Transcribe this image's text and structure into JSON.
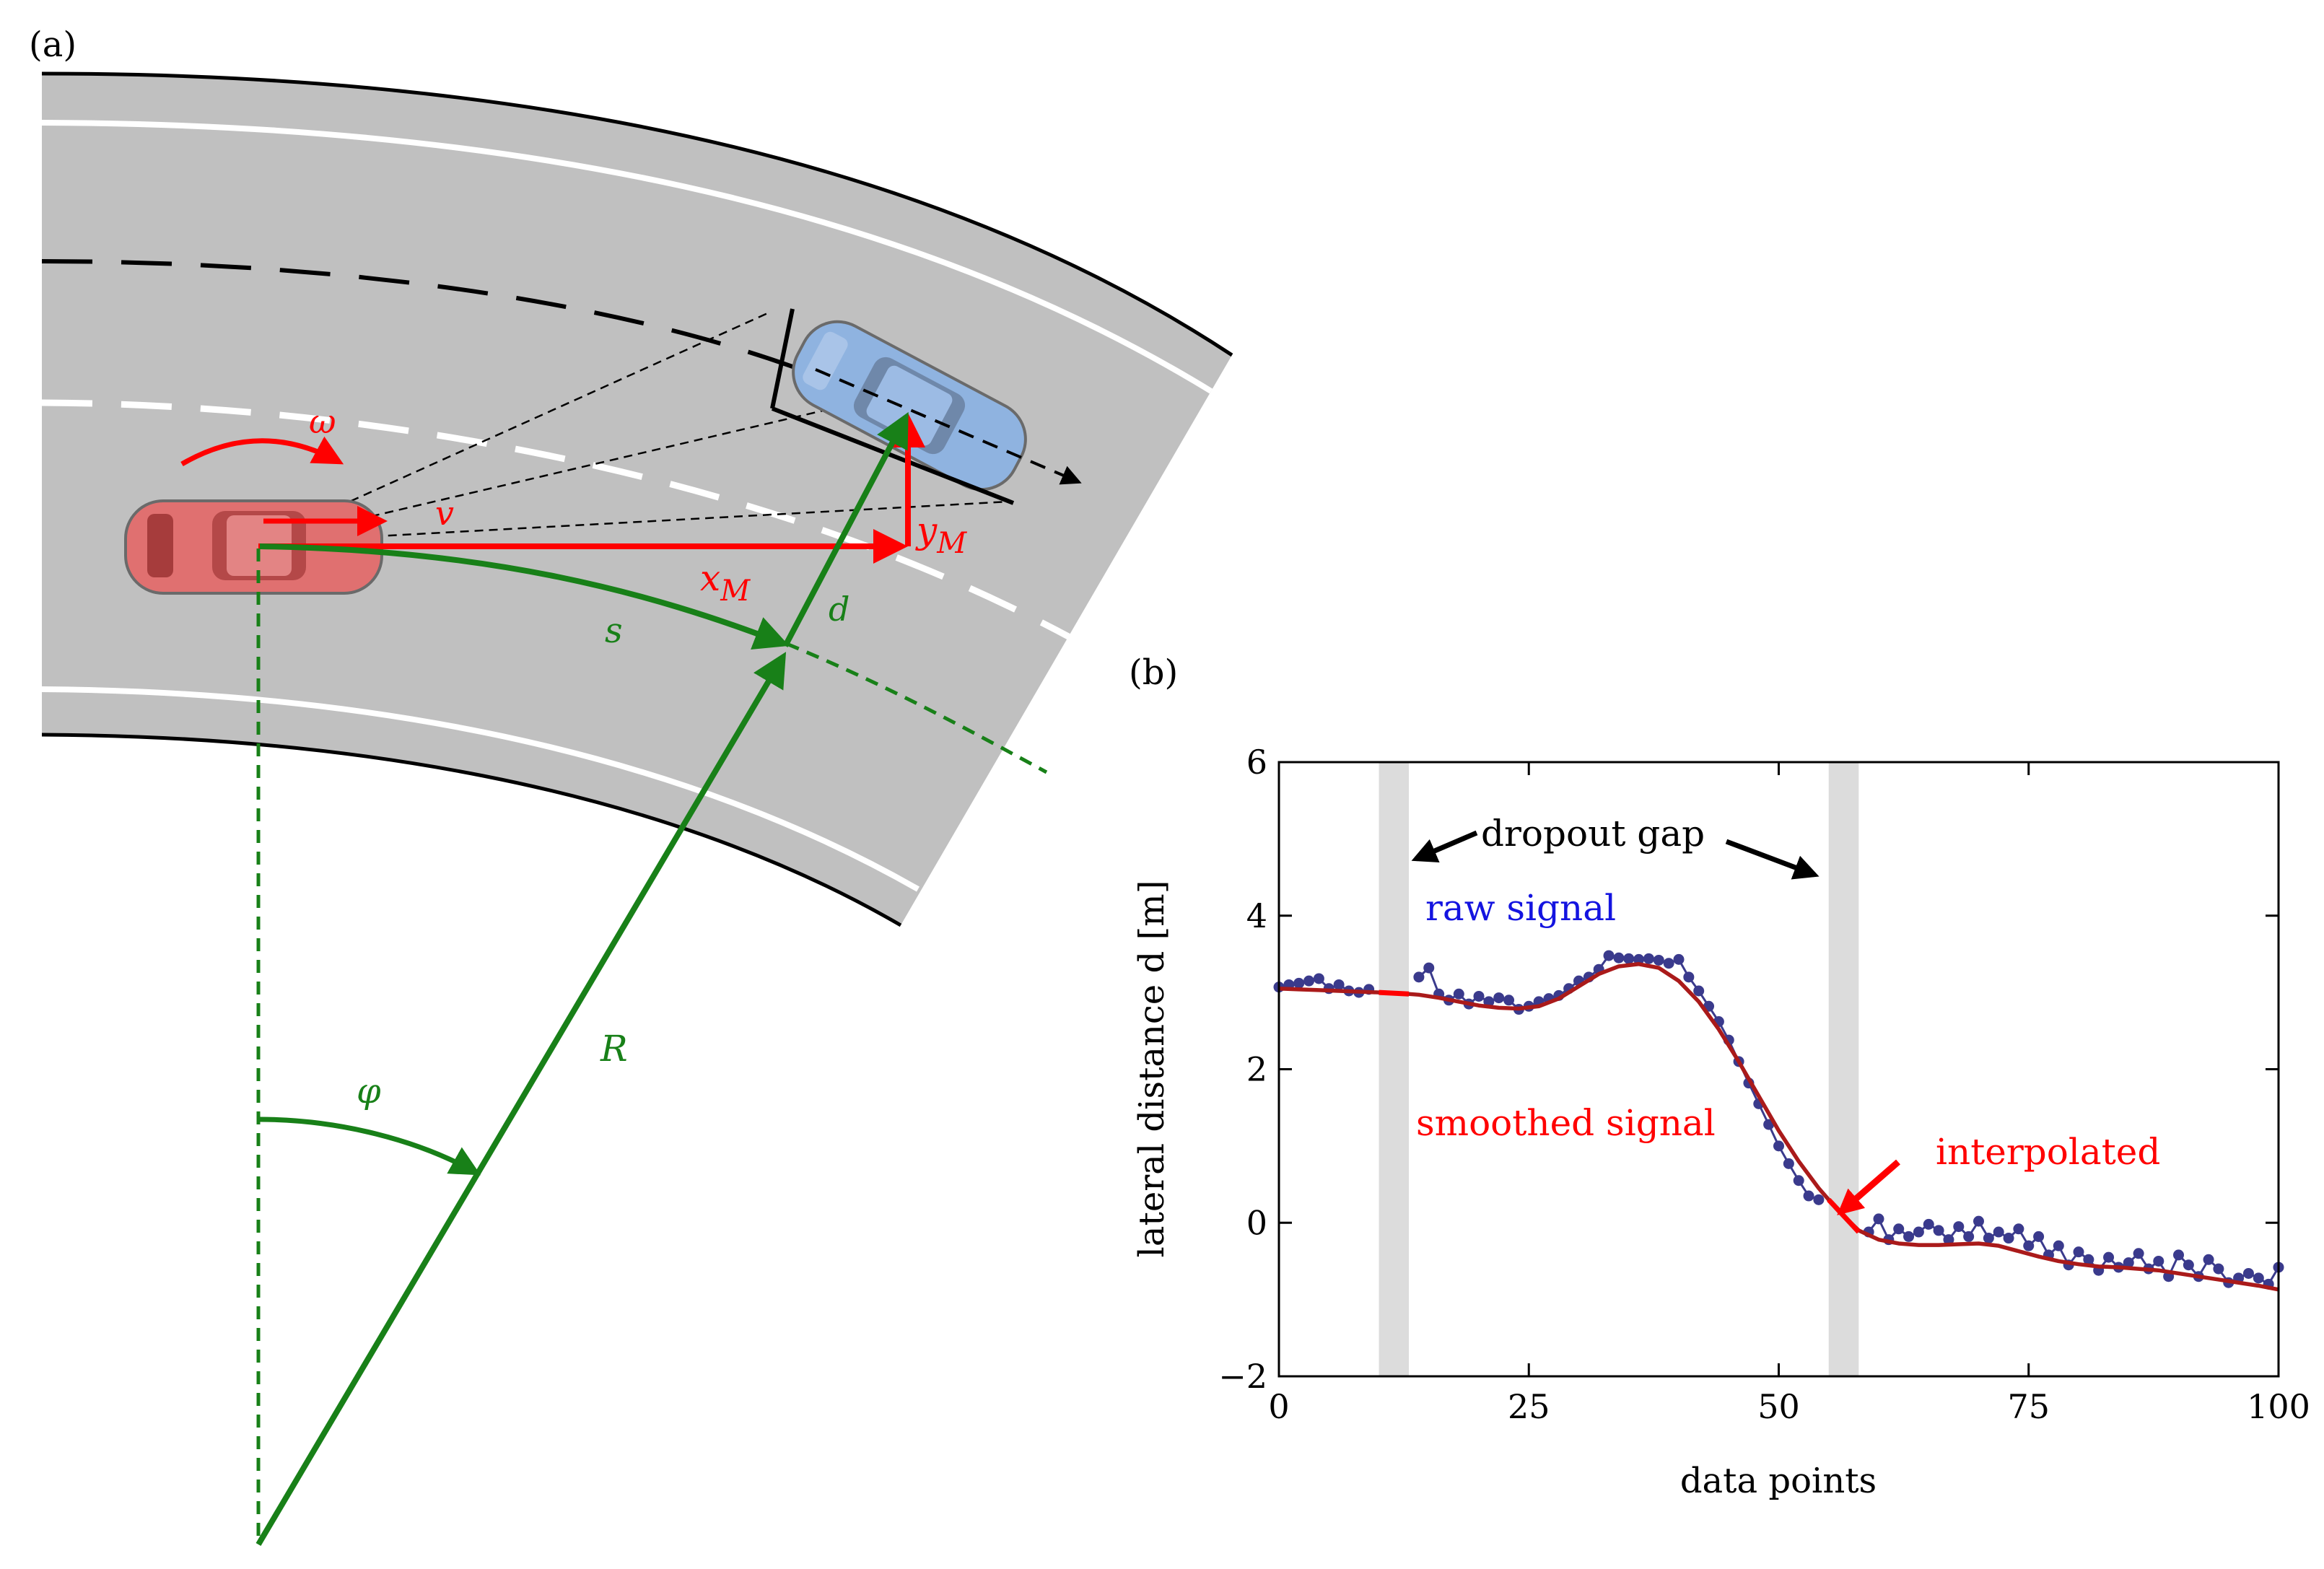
{
  "panel_a": {
    "label": "(a)",
    "symbols": {
      "omega": "ω",
      "v": "v",
      "x_M": "x",
      "x_M_sub": "M",
      "y_M": "y",
      "y_M_sub": "M",
      "s": "s",
      "d": "d",
      "R": "R",
      "phi": "φ"
    }
  },
  "panel_b": {
    "label": "(b)",
    "annotations": {
      "dropout_gap": "dropout gap",
      "raw_signal": "raw signal",
      "smoothed_signal": "smoothed signal",
      "interpolated": "interpolated"
    }
  },
  "colors": {
    "road": "#c0c0c0",
    "ego_vehicle": "#e07070",
    "target_vehicle": "#8fb3e0",
    "kinematics": "#ff0000",
    "frenet": "#188018",
    "raw_signal": "#3a3a8c",
    "smoothed_signal": "#aa1a1a",
    "gap_band": "#dcdcdc"
  },
  "chart_data": {
    "type": "line",
    "xlabel": "data points",
    "ylabel": "lateral distance d [m]",
    "xlim": [
      0,
      100
    ],
    "ylim": [
      -2,
      6
    ],
    "xticks": [
      0,
      25,
      50,
      75,
      100
    ],
    "yticks": [
      -2,
      0,
      2,
      4,
      6
    ],
    "gaps": [
      [
        10,
        13
      ],
      [
        55,
        58
      ]
    ],
    "series": [
      {
        "name": "raw signal",
        "x": [
          0,
          1,
          2,
          3,
          4,
          5,
          6,
          7,
          8,
          9,
          14,
          15,
          16,
          17,
          18,
          19,
          20,
          21,
          22,
          23,
          24,
          25,
          26,
          27,
          28,
          29,
          30,
          31,
          32,
          33,
          34,
          35,
          36,
          37,
          38,
          39,
          40,
          41,
          42,
          43,
          44,
          45,
          46,
          47,
          48,
          49,
          50,
          51,
          52,
          53,
          54,
          59,
          60,
          61,
          62,
          63,
          64,
          65,
          66,
          67,
          68,
          69,
          70,
          71,
          72,
          73,
          74,
          75,
          76,
          77,
          78,
          79,
          80,
          81,
          82,
          83,
          84,
          85,
          86,
          87,
          88,
          89,
          90,
          91,
          92,
          93,
          94,
          95,
          96,
          97,
          98,
          99,
          100
        ],
        "y": [
          3.07,
          3.1,
          3.12,
          3.15,
          3.18,
          3.05,
          3.1,
          3.02,
          3.0,
          3.04,
          3.2,
          3.32,
          2.98,
          2.9,
          2.98,
          2.85,
          2.95,
          2.88,
          2.93,
          2.9,
          2.78,
          2.82,
          2.88,
          2.92,
          2.96,
          3.05,
          3.15,
          3.2,
          3.3,
          3.48,
          3.45,
          3.44,
          3.43,
          3.44,
          3.42,
          3.38,
          3.43,
          3.2,
          3.02,
          2.82,
          2.62,
          2.38,
          2.1,
          1.82,
          1.55,
          1.28,
          1.0,
          0.77,
          0.55,
          0.35,
          0.3,
          -0.12,
          0.05,
          -0.22,
          -0.08,
          -0.18,
          -0.12,
          -0.02,
          -0.1,
          -0.22,
          -0.05,
          -0.18,
          0.02,
          -0.2,
          -0.12,
          -0.2,
          -0.08,
          -0.3,
          -0.18,
          -0.42,
          -0.3,
          -0.55,
          -0.38,
          -0.48,
          -0.62,
          -0.45,
          -0.58,
          -0.52,
          -0.4,
          -0.6,
          -0.5,
          -0.7,
          -0.42,
          -0.55,
          -0.7,
          -0.48,
          -0.6,
          -0.78,
          -0.72,
          -0.66,
          -0.72,
          -0.8,
          -0.58
        ]
      },
      {
        "name": "smoothed signal",
        "x": [
          0,
          2,
          4,
          6,
          8,
          10,
          12,
          14,
          16,
          18,
          20,
          22,
          24,
          26,
          28,
          30,
          32,
          34,
          36,
          38,
          40,
          42,
          44,
          46,
          48,
          50,
          52,
          54,
          56,
          58,
          60,
          62,
          64,
          66,
          68,
          70,
          72,
          74,
          76,
          78,
          80,
          82,
          84,
          86,
          88,
          90,
          92,
          94,
          96,
          98,
          100
        ],
        "y": [
          3.05,
          3.04,
          3.03,
          3.02,
          3.01,
          3.0,
          2.99,
          2.97,
          2.93,
          2.88,
          2.83,
          2.8,
          2.79,
          2.82,
          2.92,
          3.08,
          3.24,
          3.34,
          3.37,
          3.32,
          3.15,
          2.88,
          2.52,
          2.1,
          1.65,
          1.2,
          0.8,
          0.45,
          0.15,
          -0.1,
          -0.22,
          -0.27,
          -0.29,
          -0.29,
          -0.28,
          -0.27,
          -0.3,
          -0.37,
          -0.44,
          -0.5,
          -0.54,
          -0.57,
          -0.58,
          -0.6,
          -0.62,
          -0.66,
          -0.7,
          -0.74,
          -0.78,
          -0.82,
          -0.87
        ]
      }
    ],
    "interpolated_segments": [
      {
        "x": [
          10,
          13
        ],
        "y": [
          3.0,
          2.98
        ]
      },
      {
        "x": [
          55,
          58
        ],
        "y": [
          0.3,
          -0.12
        ]
      }
    ]
  }
}
